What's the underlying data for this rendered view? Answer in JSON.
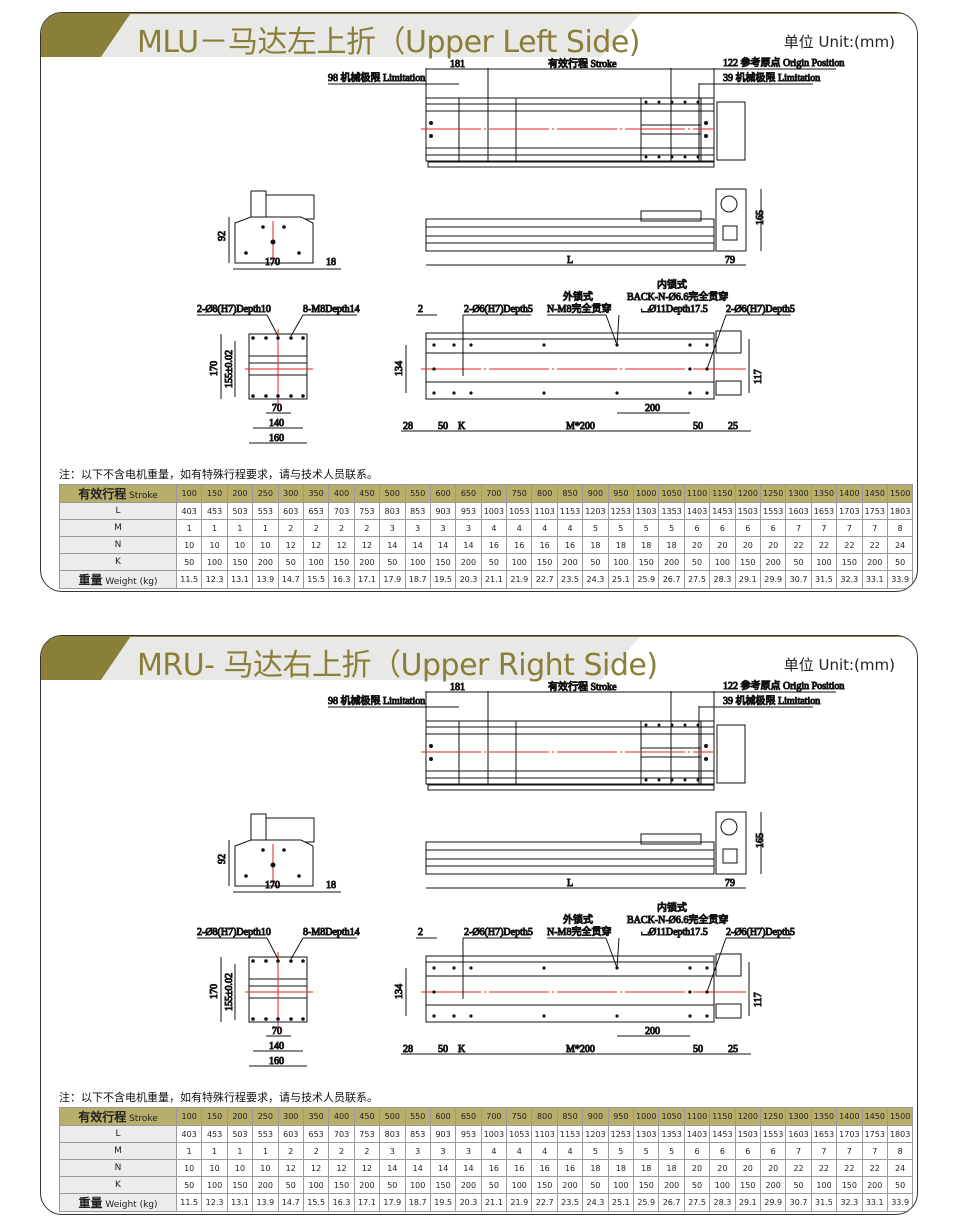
{
  "sections": [
    {
      "title": "MLU－马达左上折（Upper Left Side)",
      "unit": "单位 Unit:(mm)"
    },
    {
      "title": "MRU- 马达右上折（Upper Right Side)",
      "unit": "单位 Unit:(mm)"
    }
  ],
  "labels": {
    "d181": "181",
    "stroke": "有效行程 Stroke",
    "origin": "122 参考原点 Origin Position",
    "lim98": "98 机械极限 Limitation",
    "lim39": "39 机械极限 Limitation",
    "d92": "92",
    "d170": "170",
    "d18": "18",
    "d165": "165",
    "L": "L",
    "d79": "79",
    "pin8": "2-Ø8(H7)Depth10",
    "m8": "8-M8Depth14",
    "d155": "155±0.02",
    "d70": "70",
    "d140": "140",
    "d160": "160",
    "d2": "2",
    "pin6a": "2-Ø6(H7)Depth5",
    "outer1": "外锁式",
    "outer2": "N-M8完全贯穿",
    "inner1": "内锁式",
    "inner2": "BACK-N-Ø6.6完全贯穿",
    "inner3": "⌴Ø11Depth17.5",
    "pin6b": "2-Ø6(H7)Depth5",
    "d134": "134",
    "d117": "117",
    "d200": "200",
    "d28": "28",
    "d50": "50",
    "K": "K",
    "m200": "M*200",
    "d25": "25"
  },
  "note": "注：以下不含电机重量，如有特殊行程要求，请与技术人员联系。",
  "table": {
    "rows": [
      {
        "zh": "有效行程",
        "en": "Stroke",
        "values": [
          "100",
          "150",
          "200",
          "250",
          "300",
          "350",
          "400",
          "450",
          "500",
          "550",
          "600",
          "650",
          "700",
          "750",
          "800",
          "850",
          "900",
          "950",
          "1000",
          "1050",
          "1100",
          "1150",
          "1200",
          "1250",
          "1300",
          "1350",
          "1400",
          "1450",
          "1500"
        ]
      },
      {
        "zh": "",
        "en": "L",
        "values": [
          "403",
          "453",
          "503",
          "553",
          "603",
          "653",
          "703",
          "753",
          "803",
          "853",
          "903",
          "953",
          "1003",
          "1053",
          "1103",
          "1153",
          "1203",
          "1253",
          "1303",
          "1353",
          "1403",
          "1453",
          "1503",
          "1553",
          "1603",
          "1653",
          "1703",
          "1753",
          "1803"
        ]
      },
      {
        "zh": "",
        "en": "M",
        "values": [
          "1",
          "1",
          "1",
          "1",
          "2",
          "2",
          "2",
          "2",
          "3",
          "3",
          "3",
          "3",
          "4",
          "4",
          "4",
          "4",
          "5",
          "5",
          "5",
          "5",
          "6",
          "6",
          "6",
          "6",
          "7",
          "7",
          "7",
          "7",
          "8"
        ]
      },
      {
        "zh": "",
        "en": "N",
        "values": [
          "10",
          "10",
          "10",
          "10",
          "12",
          "12",
          "12",
          "12",
          "14",
          "14",
          "14",
          "14",
          "16",
          "16",
          "16",
          "16",
          "18",
          "18",
          "18",
          "18",
          "20",
          "20",
          "20",
          "20",
          "22",
          "22",
          "22",
          "22",
          "24"
        ]
      },
      {
        "zh": "",
        "en": "K",
        "values": [
          "50",
          "100",
          "150",
          "200",
          "50",
          "100",
          "150",
          "200",
          "50",
          "100",
          "150",
          "200",
          "50",
          "100",
          "150",
          "200",
          "50",
          "100",
          "150",
          "200",
          "50",
          "100",
          "150",
          "200",
          "50",
          "100",
          "150",
          "200",
          "50"
        ]
      },
      {
        "zh": "重量",
        "en": "Weight  (kg)",
        "values": [
          "11.5",
          "12.3",
          "13.1",
          "13.9",
          "14.7",
          "15.5",
          "16.3",
          "17.1",
          "17.9",
          "18.7",
          "19.5",
          "20.3",
          "21.1",
          "21.9",
          "22.7",
          "23.5",
          "24.3",
          "25.1",
          "25.9",
          "26.7",
          "27.5",
          "28.3",
          "29.1",
          "29.9",
          "30.7",
          "31.5",
          "32.3",
          "33.1",
          "33.9"
        ]
      }
    ]
  },
  "colors": {
    "brand": "#8a7f38",
    "header": "#b7ae6c",
    "centerline": "#e02020"
  }
}
